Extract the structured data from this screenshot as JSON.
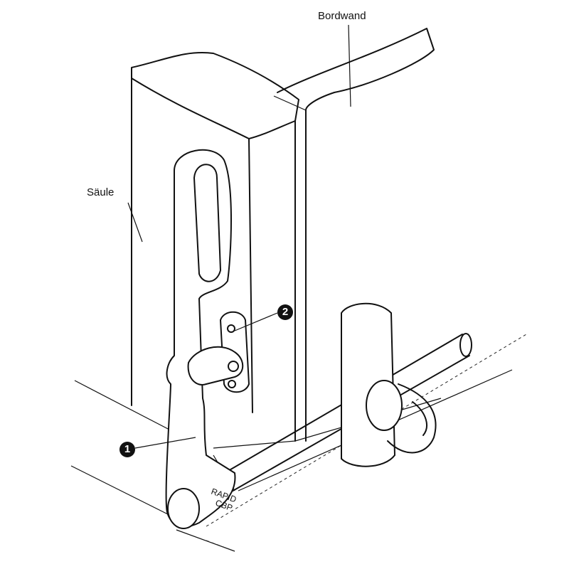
{
  "labels": {
    "bordwand": "Bordwand",
    "saeule": "Säule"
  },
  "callouts": [
    "1",
    "2"
  ],
  "part_marking": {
    "line1": "RAPID",
    "line2": "CBP"
  }
}
